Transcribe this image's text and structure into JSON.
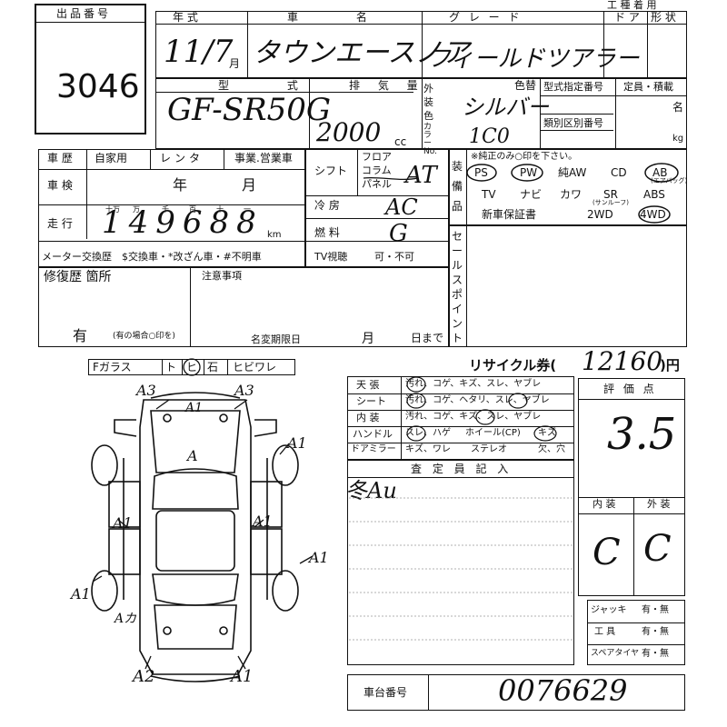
{
  "lot": {
    "label": "出品番号",
    "number": "3046"
  },
  "header": {
    "top_right_label": "工 種 着 用",
    "year_label": "年 式",
    "name_label": "車 名",
    "grade_label": "グ レ ー ド",
    "door_label": "ド ア",
    "shape_label": "形 状",
    "year_value": "11/7",
    "year_unit": "月",
    "name_value": "タウンエースノア",
    "grade_value": "フィールドツアラー"
  },
  "model": {
    "label": "型 式",
    "value": "GF-SR50G",
    "displacement_label": "排 気 量",
    "displacement_value": "2000",
    "displacement_unit": "cc",
    "exterior_label": "外装色",
    "color_label": "色替",
    "color_value": "シルバー",
    "color_no_label": "カラーNo.",
    "color_no_value": "1C0",
    "type_designation_label": "型式指定番号",
    "category_label": "類別区別番号",
    "capacity_label": "定員・積載",
    "capacity_unit": "名",
    "weight_unit": "kg"
  },
  "history": {
    "label": "車 歴",
    "options": [
      "自家用",
      "レンタ",
      "事業.営業車"
    ],
    "inspection_label": "車 検",
    "inspection_year": "年",
    "inspection_month": "月",
    "mileage_label": "走 行",
    "mileage_scale": [
      "十万",
      "万",
      "千",
      "百",
      "十",
      "一"
    ],
    "mileage_value": "149688",
    "mileage_unit": "km",
    "meter_label": "メーター交換歴",
    "meter_options": "$交換車・*改ざん車・#不明車"
  },
  "shift": {
    "label": "シフト",
    "floor": "フロア",
    "column": "コラム",
    "panel": "パネル",
    "value": "AT",
    "ac_label": "冷 房",
    "ac_value": "AC",
    "fuel_label": "燃 料",
    "fuel_value": "G",
    "tv_label": "TV視聴",
    "tv_value": "可・不可"
  },
  "equipment": {
    "label": "装備品",
    "note": "※純正のみ○印を下さい。",
    "row1": [
      "PS",
      "PW",
      "純AW",
      "CD",
      "AB"
    ],
    "row2": [
      "TV",
      "ナビ",
      "カワ",
      "SR",
      "ABS"
    ],
    "sunroof": "(サンルーフ)",
    "airbag_note": "(エアバッグ)",
    "row3": [
      "新車保証書",
      "2WD",
      "4WD"
    ]
  },
  "sales_point": {
    "label": "セールスポイント"
  },
  "repair": {
    "label": "修復歴 箇所",
    "value": "有",
    "note": "(有の場合○印を)",
    "notice_label": "注意事項",
    "name_change_label": "名変期限日",
    "month": "月",
    "until": "日まで"
  },
  "glass": {
    "title": "Fガラス",
    "options": [
      "ト",
      "ヒ",
      "石",
      "ヒビワレ"
    ]
  },
  "recycle": {
    "label": "リサイクル券(",
    "value": "12160",
    "unit": ")円"
  },
  "interior_table": {
    "rows": [
      {
        "label": "天 張",
        "options": "汚れ、コゲ、キズ、スレ、ヤブレ"
      },
      {
        "label": "シート",
        "options": "汚れ、コゲ、ヘタリ、スレ、ヤブレ"
      },
      {
        "label": "内 装",
        "options": "汚れ、コゲ、キズ、スレ、ヤブレ"
      },
      {
        "label": "ハンドル",
        "options": "スレ、ハゲ"
      },
      {
        "label": "ドアミラー",
        "options": "キズ、ワレ"
      }
    ],
    "wheel_option": "ホイール(CP)",
    "wheel_mark": "キズ",
    "stereo": "ステレオ",
    "stereo_opts": "欠、穴"
  },
  "inspector": {
    "label": "査 定 員 記 入",
    "note": "冬Au"
  },
  "score": {
    "label": "評 価 点",
    "value": "3.5",
    "interior_label": "内 装",
    "exterior_label": "外 装",
    "interior_value": "C",
    "exterior_value": "C"
  },
  "tools": [
    {
      "label": "ジャッキ",
      "value": "有・無"
    },
    {
      "label": "工 具",
      "value": "有・無"
    },
    {
      "label": "スペアタイヤ",
      "value": "有・無"
    }
  ],
  "chassis": {
    "label": "車台番号",
    "value": "0076629"
  },
  "diagram_marks": [
    "A3",
    "A3",
    "A1",
    "A",
    "A1",
    "A1",
    "A1",
    "A1",
    "A1",
    "A2",
    "A1",
    "Aカ"
  ]
}
